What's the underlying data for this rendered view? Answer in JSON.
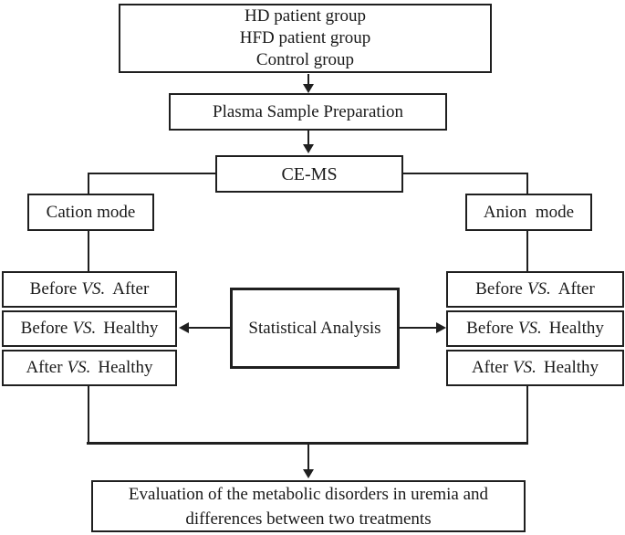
{
  "diagram": {
    "top_box": {
      "lines": [
        "HD patient group",
        "HFD patient group",
        "Control group"
      ]
    },
    "plasma_box": "Plasma Sample Preparation",
    "cems_box": "CE-MS",
    "cation_box": "Cation mode",
    "anion_box": "Anion  mode",
    "stat_box": "Statistical Analysis",
    "comparisons": [
      {
        "left": "Before",
        "vs": "VS.",
        "right": "After"
      },
      {
        "left": "Before",
        "vs": "VS.",
        "right": "Healthy"
      },
      {
        "left": "After",
        "vs": "VS.",
        "right": "Healthy"
      }
    ],
    "bottom_box": {
      "line1": "Evaluation of the metabolic disorders in uremia and",
      "line2": "differences between two treatments"
    }
  },
  "colors": {
    "line": "#1f1f1f",
    "background": "#ffffff",
    "text": "#1a1a1a"
  }
}
